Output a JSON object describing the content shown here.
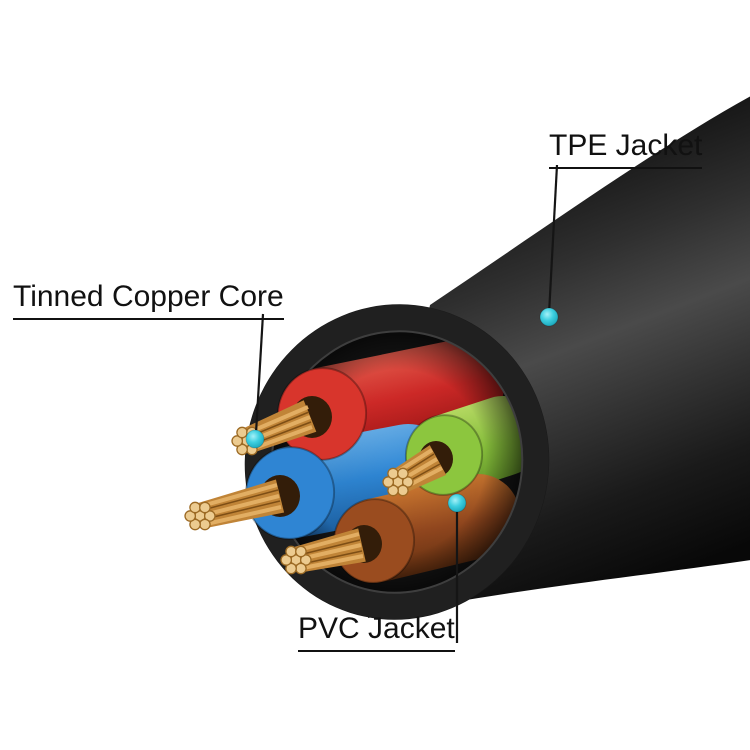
{
  "page": {
    "background_color": "#FFFFFF"
  },
  "diagram": {
    "type": "cable-cutaway-illustration",
    "labels": {
      "tpe_jacket": "TPE Jacket",
      "tinned_copper_core": "Tinned Copper Core",
      "pvc_jacket": "PVC Jacket"
    },
    "colors": {
      "callout_marker": "#2FC6D8",
      "callout_line": "#151515",
      "label_text": "#111111",
      "outer_jacket": "#222222",
      "wire_red": "#D42A28",
      "wire_blue": "#2E86D4",
      "wire_green": "#8CC63E",
      "wire_brown": "#96491F",
      "copper": "#C9924A"
    }
  }
}
